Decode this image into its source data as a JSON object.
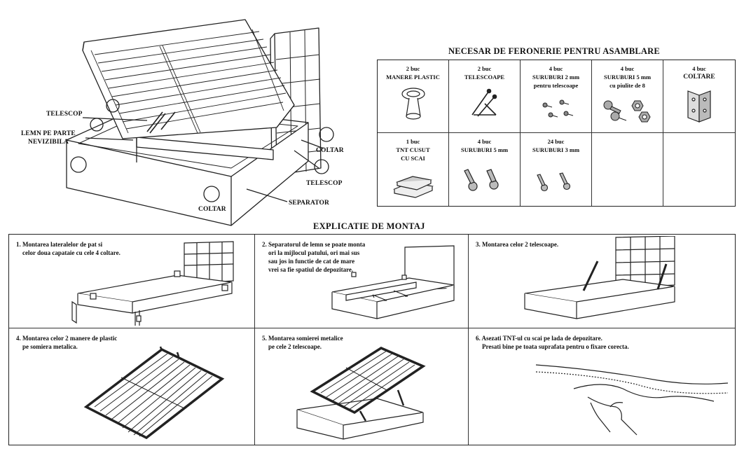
{
  "diagram": {
    "labels": {
      "telescop_left": "TELESCOP",
      "lemn_line1": "LEMN PE PARTE",
      "lemn_line2": "NEVIZIBILA",
      "coltar_right": "COLTAR",
      "telescop_right": "TELESCOP",
      "separator": "SEPARATOR",
      "coltar_bottom": "COLTAR"
    }
  },
  "hardware": {
    "title": "NECESAR DE FERONERIE PENTRU ASAMBLARE",
    "items": [
      {
        "qty": "2 buc",
        "name": "MANERE PLASTIC",
        "icon": "plastic-handle"
      },
      {
        "qty": "2 buc",
        "name": "TELESCOAPE",
        "icon": "telescope"
      },
      {
        "qty": "4 buc",
        "name": "SURUBURI 2 mm",
        "name2": "pentru telescoape",
        "icon": "small-screws"
      },
      {
        "qty": "4 buc",
        "name": "SURUBURI 5 mm",
        "name2": "cu piulite de 8",
        "icon": "screws-nuts"
      },
      {
        "qty": "4 buc",
        "name": "COLTARE",
        "icon": "corner-bracket"
      },
      {
        "qty": "1 buc",
        "name": "TNT CUSUT",
        "name2": "CU SCAI",
        "icon": "tnt-fabric"
      },
      {
        "qty": "4 buc",
        "name": "SURUBURI 5 mm",
        "icon": "screws-5mm"
      },
      {
        "qty": "24 buc",
        "name": "SURUBURI 3 mm",
        "icon": "screws-3mm"
      },
      {
        "qty": "",
        "name": "",
        "icon": ""
      },
      {
        "qty": "",
        "name": "",
        "icon": ""
      }
    ]
  },
  "assembly": {
    "title": "EXPLICATIE DE MONTAJ",
    "steps": [
      {
        "text": "1. Montarea lateralelor de pat si\n    celor doua capataie cu cele 4 coltare."
      },
      {
        "text": "2. Separatorul de lemn se poate monta\n    ori la mijlocul patului, ori mai sus\n    sau jos in functie de cat de mare\n    vrei sa fie spatiul de depozitare."
      },
      {
        "text": "3. Montarea celor 2 telescoape."
      },
      {
        "text": "4. Montarea celor 2 manere de plastic\n    pe somiera metalica."
      },
      {
        "text": "5. Montarea somierei metalice\n    pe cele 2 telescoape."
      },
      {
        "text": "6. Asezati TNT-ul cu scai pe lada de depozitare.\n    Presati bine pe toata suprafata pentru o fixare corecta."
      }
    ]
  }
}
